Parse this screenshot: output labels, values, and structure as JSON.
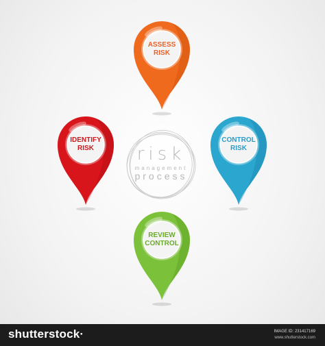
{
  "pins": {
    "assess": {
      "label": "ASSESS\nRISK",
      "color": "#f06a1e",
      "dark": "#c94a08",
      "text_color": "#e8622a"
    },
    "identify": {
      "label": "IDENTIFY\nRISK",
      "color": "#d8151b",
      "dark": "#a90d11",
      "text_color": "#c81a1f"
    },
    "control": {
      "label": "CONTROL\nRISK",
      "color": "#2aa6cf",
      "dark": "#1a7fa3",
      "text_color": "#2a9cc8"
    },
    "review": {
      "label": "REVIEW\nCONTROL",
      "color": "#7cc13a",
      "dark": "#559a1c",
      "text_color": "#6aab2c"
    }
  },
  "center_logo": {
    "word1": "risk",
    "word2": "management",
    "word3": "process"
  },
  "footer": {
    "brand": "shutterstock·",
    "image_id": "IMAGE ID: 231417169",
    "site": "www.shutterstock.com"
  }
}
